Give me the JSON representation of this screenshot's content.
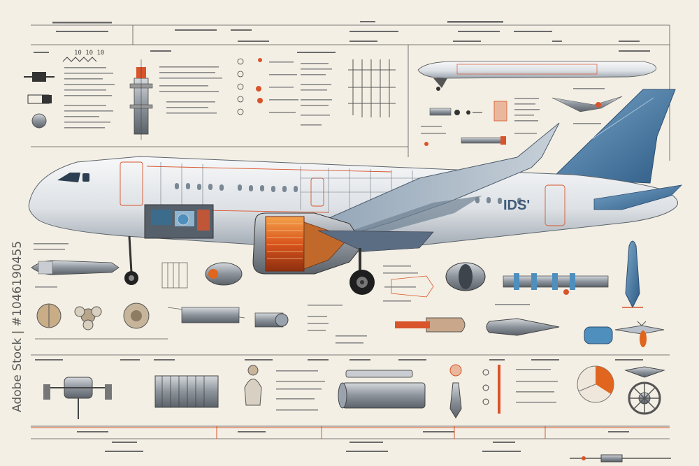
{
  "artwork": {
    "subject": "airliner-technical-blueprint",
    "fuselage_text": "IDS'",
    "stock_id": "Adobe Stock | #1046190455",
    "colors": {
      "paper": "#f3efe4",
      "line": "#4a4a4a",
      "accent": "#d9542b",
      "fuselage": "#e6e8ea",
      "tail": "#4f7fa8",
      "engine_core": "#e0651f",
      "engine_metal": "#8a8f95"
    }
  }
}
